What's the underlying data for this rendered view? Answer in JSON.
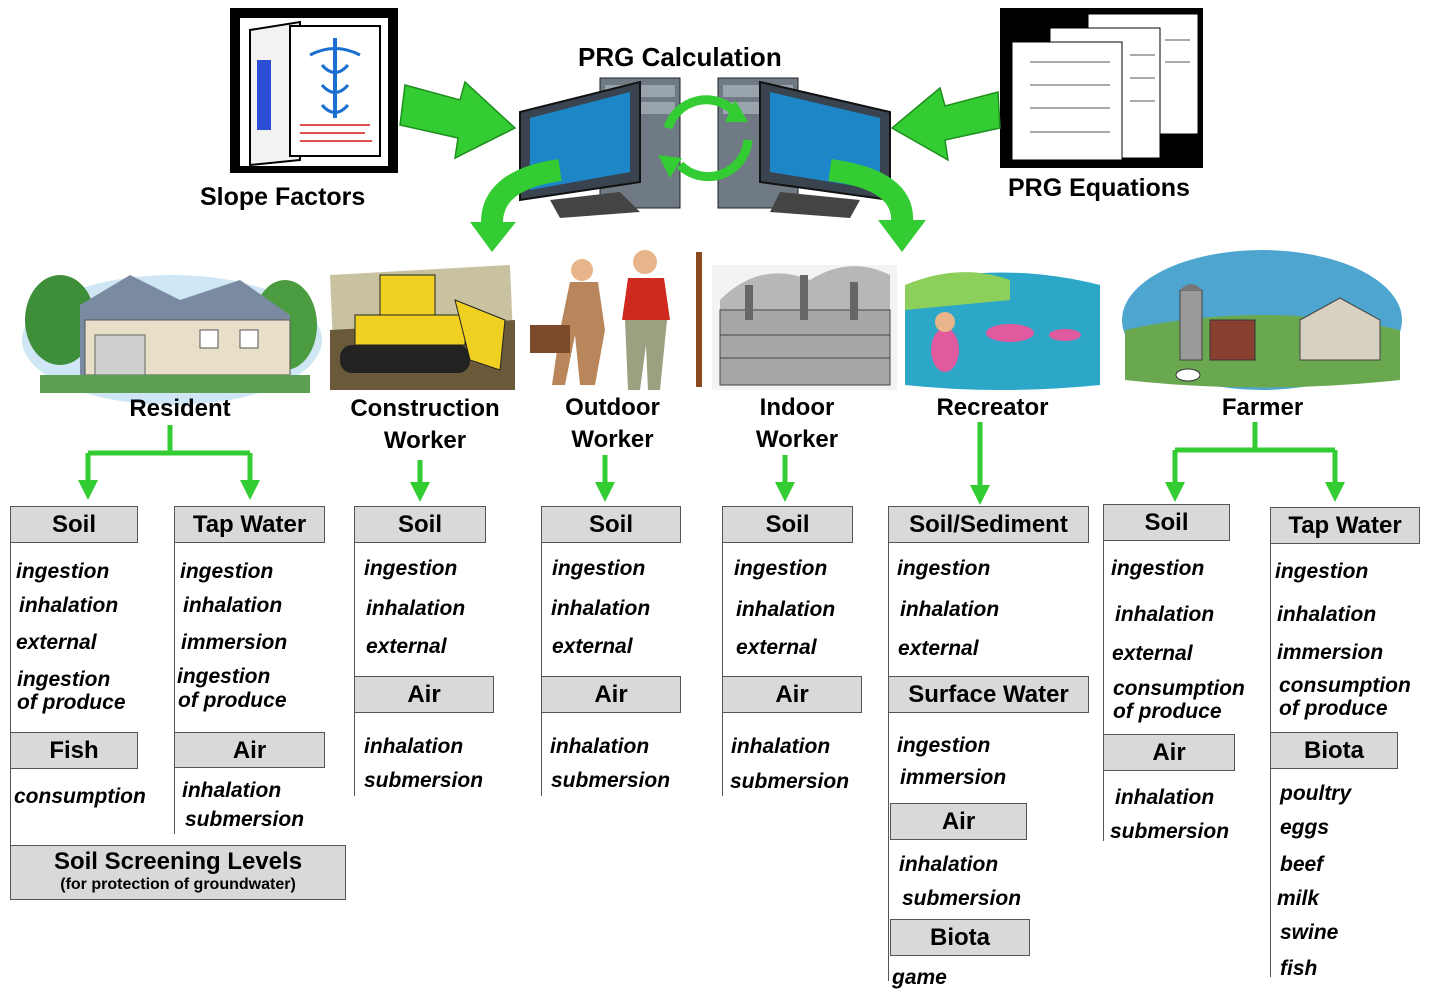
{
  "header": {
    "center_title": "PRG Calculation",
    "left_label": "Slope Factors",
    "right_label": "PRG Equations"
  },
  "receptors": {
    "resident": "Resident",
    "construction_1": "Construction",
    "construction_2": "Worker",
    "outdoor_1": "Outdoor",
    "outdoor_2": "Worker",
    "indoor_1": "Indoor",
    "indoor_2": "Worker",
    "recreator": "Recreator",
    "farmer": "Farmer"
  },
  "resident": {
    "soil": {
      "label": "Soil",
      "items": [
        "ingestion",
        "inhalation",
        "external",
        "ingestion",
        "of produce"
      ]
    },
    "tap_water": {
      "label": "Tap Water",
      "items": [
        "ingestion",
        "inhalation",
        "immersion",
        "ingestion",
        "of produce"
      ]
    },
    "fish": {
      "label": "Fish",
      "items": [
        "consumption"
      ]
    },
    "air": {
      "label": "Air",
      "items": [
        "inhalation",
        "submersion"
      ]
    },
    "ssl": {
      "label": "Soil Screening Levels",
      "sub": "(for protection of groundwater)"
    }
  },
  "construction": {
    "soil": {
      "label": "Soil",
      "items": [
        "ingestion",
        "inhalation",
        "external"
      ]
    },
    "air": {
      "label": "Air",
      "items": [
        "inhalation",
        "submersion"
      ]
    }
  },
  "outdoor": {
    "soil": {
      "label": "Soil",
      "items": [
        "ingestion",
        "inhalation",
        "external"
      ]
    },
    "air": {
      "label": "Air",
      "items": [
        "inhalation",
        "submersion"
      ]
    }
  },
  "indoor": {
    "soil": {
      "label": "Soil",
      "items": [
        "ingestion",
        "inhalation",
        "external"
      ]
    },
    "air": {
      "label": "Air",
      "items": [
        "inhalation",
        "submersion"
      ]
    }
  },
  "recreator": {
    "soil": {
      "label": "Soil/Sediment",
      "items": [
        "ingestion",
        "inhalation",
        "external"
      ]
    },
    "surface_water": {
      "label": "Surface Water",
      "items": [
        "ingestion",
        "immersion"
      ]
    },
    "air": {
      "label": "Air",
      "items": [
        "inhalation",
        "submersion"
      ]
    },
    "biota": {
      "label": "Biota",
      "items": [
        "game"
      ]
    }
  },
  "farmer": {
    "soil": {
      "label": "Soil",
      "items": [
        "ingestion",
        "inhalation",
        "external",
        "consumption",
        "of produce"
      ]
    },
    "tap_water": {
      "label": "Tap Water",
      "items": [
        "ingestion",
        "inhalation",
        "immersion",
        "consumption",
        "of produce"
      ]
    },
    "air": {
      "label": "Air",
      "items": [
        "inhalation",
        "submersion"
      ]
    },
    "biota": {
      "label": "Biota",
      "items": [
        "poultry",
        "eggs",
        "beef",
        "milk",
        "swine",
        "fish"
      ]
    }
  },
  "colors": {
    "arrow": "#33cc33",
    "header_fill": "#d9d9d9",
    "line": "#555555"
  }
}
